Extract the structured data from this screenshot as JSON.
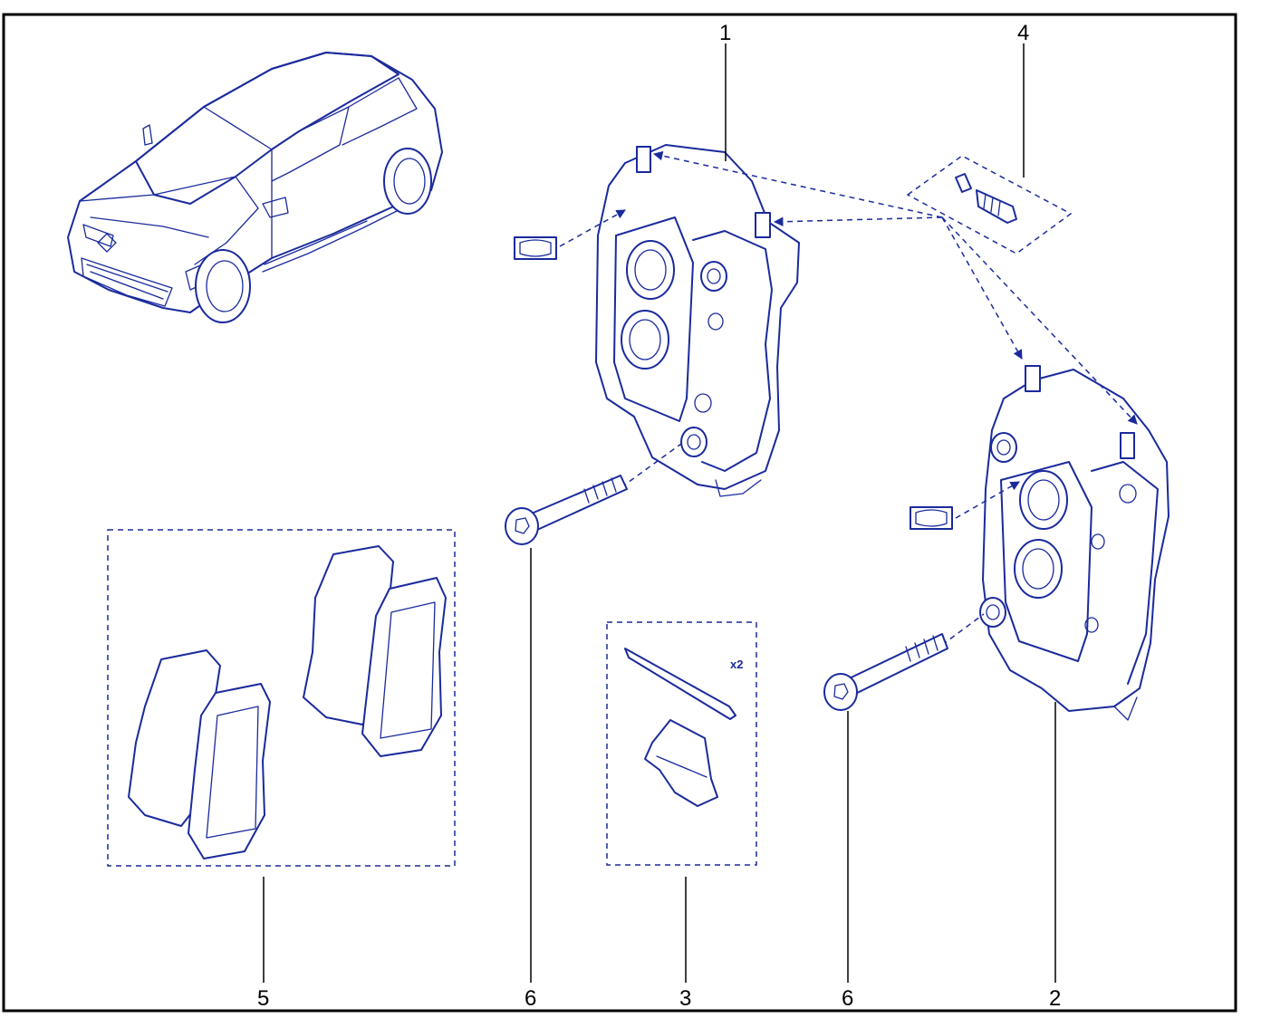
{
  "callouts": {
    "c1": "1",
    "c2": "2",
    "c3": "3",
    "c4": "4",
    "c5": "5",
    "c6a": "6",
    "c6b": "6"
  },
  "quantity_label": "x2",
  "colors": {
    "ink": "#1a2a9c",
    "frame": "#000000"
  }
}
